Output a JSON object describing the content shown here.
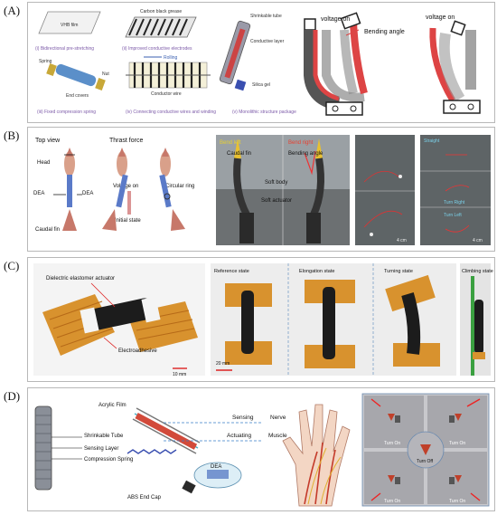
{
  "panels": [
    {
      "label": "(A)",
      "steps": [
        "(i) Bidirectional pre-stretching",
        "(ii) Improved conductive electrodes",
        "(iii) Fixed compression spring",
        "(iv) Connecting conductive wires and winding",
        "(v) Monolithic structure package"
      ],
      "labels": {
        "vhb": "VHB film",
        "carbon": "Carbon black grease",
        "shrink": "Shrinkable tube",
        "cond_layer": "Conductive layer",
        "silica": "Silica gel",
        "spring": "Spring",
        "nut": "Nut",
        "end_covers": "End covers",
        "rolling": "Rolling",
        "conductor": "Conductor wire",
        "voltage_on_1": "voltage on",
        "voltage_on_2": "voltage on",
        "bending_angle": "Bending angle"
      }
    },
    {
      "label": "(B)",
      "labels": {
        "top_view": "Top view",
        "thrust": "Thrast force",
        "head": "Head",
        "dea_l": "DEA",
        "dea_r": "DEA",
        "voltage_on": "Voltage on",
        "circular_ring": "Circular ring",
        "initial_state": "Initial state",
        "caudal_fin": "Caudal fin",
        "bend_left": "Bend left",
        "bend_right": "Bend right",
        "caudal_fin_2": "Caudal fin",
        "bending_angle": "Bending angle",
        "soft_body": "Soft body",
        "soft_actuator": "Soft actuator",
        "scale_1": "4 cm",
        "scale_2": "4 cm",
        "straight": "Straight",
        "turn_right": "Turn Right",
        "turn_left": "Turn Left"
      }
    },
    {
      "label": "(C)",
      "labels": {
        "dea": "Dielectric elastomer actuator",
        "electroadhesive": "Electroadhesive",
        "scale_10": "10 mm",
        "scale_20": "20 mm",
        "reference": "Reference state",
        "elongation": "Elongation state",
        "turning": "Turning state",
        "climbing": "Climbing state"
      }
    },
    {
      "label": "(D)",
      "labels": {
        "acrylic": "Acrylic Film",
        "shrinkable": "Shrinkable Tube",
        "sensing_layer": "Sensing Layer",
        "compression_spring": "Compression Spring",
        "abs_cap": "ABS End Cap",
        "dea": "DEA",
        "sensing": "Sensing",
        "actuating": "Actuating",
        "nerve": "Nerve",
        "muscle": "Muscle",
        "turn_on_1": "Turn On",
        "turn_on_2": "Turn On",
        "turn_on_3": "Turn On",
        "turn_on_4": "Turn On",
        "turn_off": "Turn Off"
      }
    }
  ]
}
